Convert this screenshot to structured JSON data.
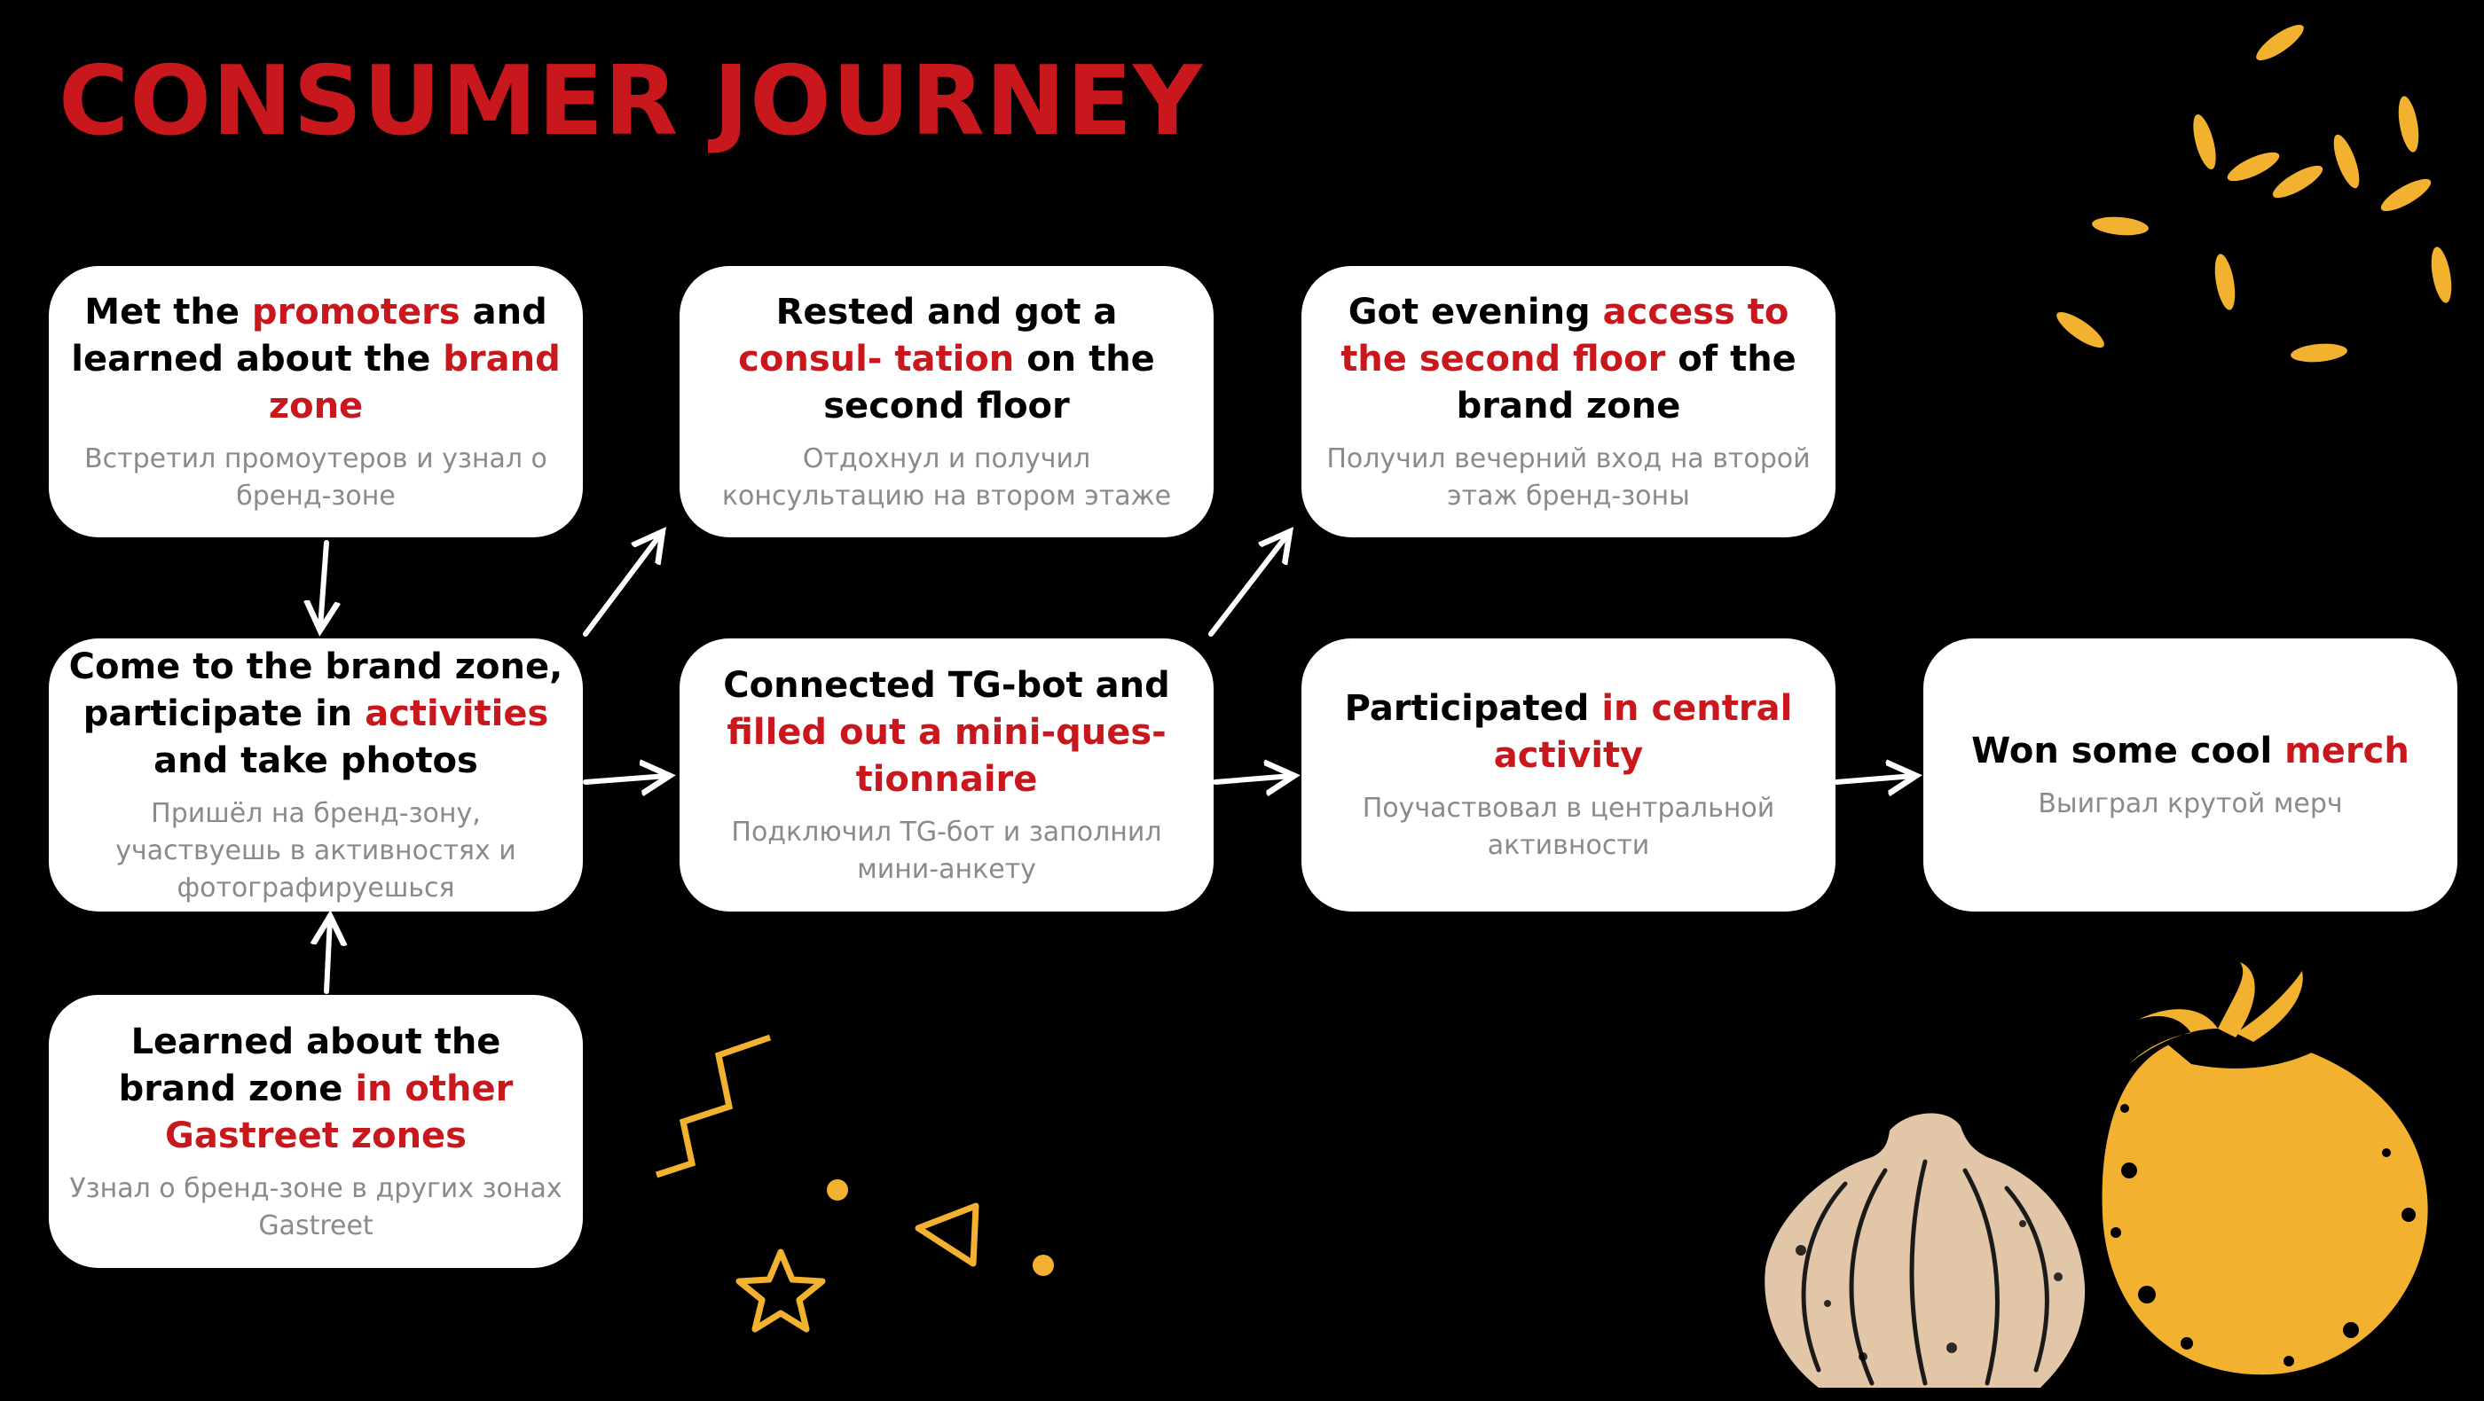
{
  "title": "CONSUMER JOURNEY",
  "colors": {
    "background": "#000000",
    "accent": "#c8171d",
    "card": "#ffffff",
    "secondary_text": "#8a8a8a",
    "decor": "#f2b230",
    "garlic": "#e2c6a8"
  },
  "cards": [
    {
      "id": "met-promoters",
      "en": [
        [
          "Met the ",
          false
        ],
        [
          "promoters",
          true
        ],
        [
          " and learned about the ",
          false
        ],
        [
          "brand zone",
          true
        ]
      ],
      "ru": "Встретил промоутеров и узнал о бренд-зоне"
    },
    {
      "id": "come-to-brand-zone",
      "en": [
        [
          "Come to the brand zone, participate in ",
          false
        ],
        [
          "activities",
          true
        ],
        [
          " and take photos",
          false
        ]
      ],
      "ru": "Пришёл на бренд-зону, участвуешь в активностях и фотографируешься"
    },
    {
      "id": "learned-other-zones",
      "en": [
        [
          "Learned about the brand zone ",
          false
        ],
        [
          "in other Gastreet zones",
          true
        ]
      ],
      "ru": "Узнал о бренд-зоне в других зонах Gastreet"
    },
    {
      "id": "rested-consultation",
      "en": [
        [
          "Rested and got a ",
          false
        ],
        [
          "consul- tation",
          true
        ],
        [
          " on the second floor",
          false
        ]
      ],
      "ru": "Отдохнул и получил консультацию на втором этаже"
    },
    {
      "id": "connected-tg-bot",
      "en": [
        [
          "Connected TG-bot and ",
          false
        ],
        [
          "filled out a mini-ques- tionnaire",
          true
        ]
      ],
      "ru": "Подключил TG-бот и заполнил мини-анкету"
    },
    {
      "id": "evening-access",
      "en": [
        [
          "Got evening ",
          false
        ],
        [
          "access to the second floor",
          true
        ],
        [
          " of the brand zone",
          false
        ]
      ],
      "ru": "Получил вечерний вход на второй этаж бренд-зоны"
    },
    {
      "id": "central-activity",
      "en": [
        [
          "Participated ",
          false
        ],
        [
          "in central activity",
          true
        ]
      ],
      "ru": "Поучаствовал в центральной активности"
    },
    {
      "id": "won-merch",
      "en": [
        [
          "Won some cool ",
          false
        ],
        [
          "merch",
          true
        ]
      ],
      "ru": "Выиграл крутой мерч"
    }
  ],
  "arrows": [
    {
      "from": "met-promoters",
      "to": "come-to-brand-zone"
    },
    {
      "from": "learned-other-zones",
      "to": "come-to-brand-zone"
    },
    {
      "from": "come-to-brand-zone",
      "to": "rested-consultation"
    },
    {
      "from": "come-to-brand-zone",
      "to": "connected-tg-bot"
    },
    {
      "from": "connected-tg-bot",
      "to": "evening-access"
    },
    {
      "from": "connected-tg-bot",
      "to": "central-activity"
    },
    {
      "from": "central-activity",
      "to": "won-merch"
    }
  ],
  "decorations": [
    "seeds",
    "zigzag",
    "star",
    "triangle",
    "dots",
    "garlic",
    "tomato"
  ]
}
